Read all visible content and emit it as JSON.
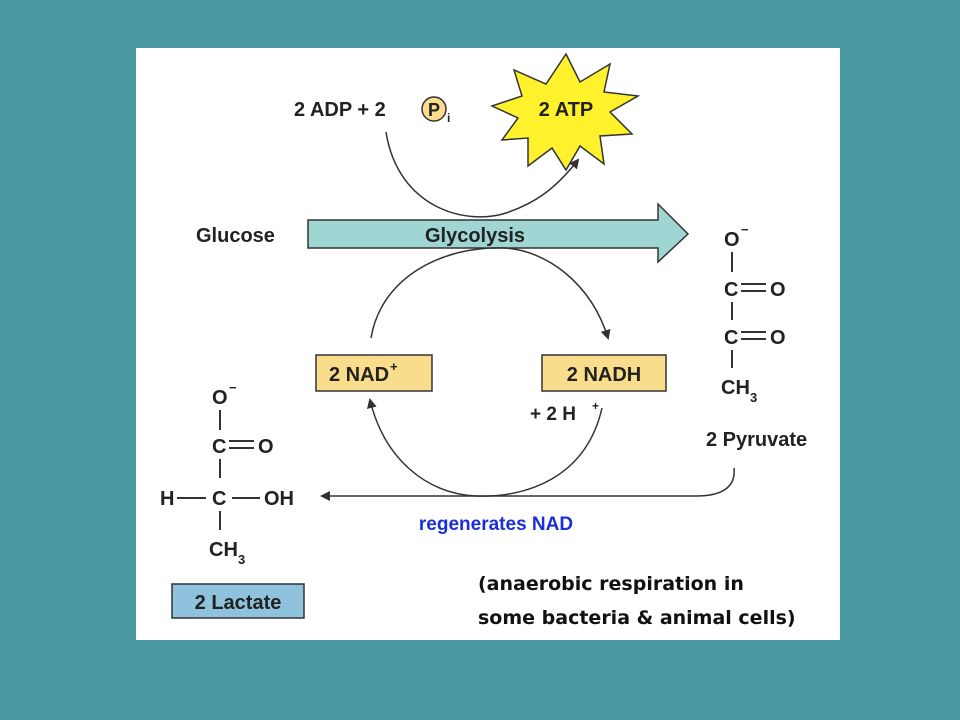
{
  "inputs": {
    "adp": "2 ADP + 2",
    "phosphate_symbol": "P",
    "phosphate_subscript": "i",
    "atp": "2 ATP"
  },
  "pathway": {
    "glucose": "Glucose",
    "glycolysis": "Glycolysis"
  },
  "cycle": {
    "nad": "2 NAD",
    "nad_charge": "+",
    "nadh": "2 NADH",
    "h_ions": "+ 2 H",
    "h_charge": "+",
    "regenerates": "regenerates NAD"
  },
  "pyruvate": {
    "o_minus": "O",
    "o_minus_charge": "−",
    "c1": "C",
    "o1": "O",
    "c2": "C",
    "o2": "O",
    "ch": "CH",
    "ch_sub": "3",
    "name": "2 Pyruvate"
  },
  "lactate": {
    "o_minus": "O",
    "o_minus_charge": "−",
    "c1": "C",
    "o1": "O",
    "h": "H",
    "c2": "C",
    "oh": "OH",
    "ch": "CH",
    "ch_sub": "3",
    "name": "2 Lactate"
  },
  "note": {
    "line1": "(anaerobic respiration in",
    "line2": "some bacteria & animal cells)"
  },
  "colors": {
    "background": "#4a98a2",
    "glycolysis_arrow": "#9fd6d3",
    "nad_box": "#f9dd8c",
    "atp_burst": "#fff22c",
    "lactate_box": "#8fc2dc",
    "regenerates_text": "#1a2fd6"
  }
}
